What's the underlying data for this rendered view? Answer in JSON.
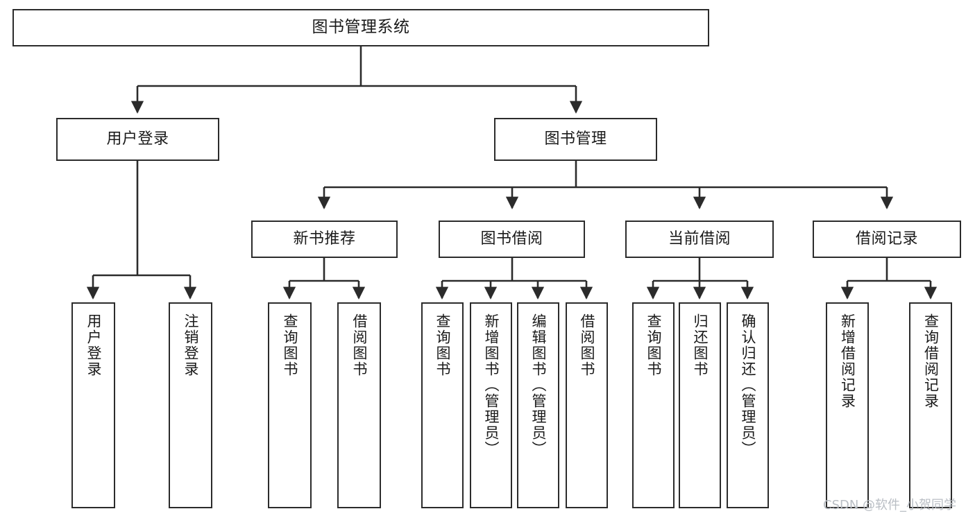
{
  "diagram": {
    "title": "图书管理系统",
    "type": "tree-hierarchy-diagram",
    "colors": {
      "box_border": "#2b2b2b",
      "box_fill": "#ffffff",
      "connector": "#2b2b2b",
      "text": "#1a1a1a",
      "watermark": "#b9bec4",
      "background": "#ffffff"
    },
    "watermark": "CSDN @软件_小贺同学",
    "nodes": {
      "root": {
        "label": "图书管理系统"
      },
      "level2": [
        {
          "label": "用户登录"
        },
        {
          "label": "图书管理"
        }
      ],
      "level3": [
        {
          "label": "新书推荐"
        },
        {
          "label": "图书借阅"
        },
        {
          "label": "当前借阅"
        },
        {
          "label": "借阅记录"
        }
      ],
      "leaves": {
        "user_login": [
          {
            "label": "用户登录"
          },
          {
            "label": "注销登录"
          }
        ],
        "new_book_recommend": [
          {
            "label": "查询图书"
          },
          {
            "label": "借阅图书"
          }
        ],
        "book_borrow": [
          {
            "label": "查询图书"
          },
          {
            "label": "新增图书（管理员）"
          },
          {
            "label": "编辑图书（管理员）"
          },
          {
            "label": "借阅图书"
          }
        ],
        "current_borrow": [
          {
            "label": "查询图书"
          },
          {
            "label": "归还图书"
          },
          {
            "label": "确认归还（管理员）"
          }
        ],
        "borrow_records": [
          {
            "label": "新增借阅记录"
          },
          {
            "label": "查询借阅记录"
          }
        ]
      }
    }
  }
}
